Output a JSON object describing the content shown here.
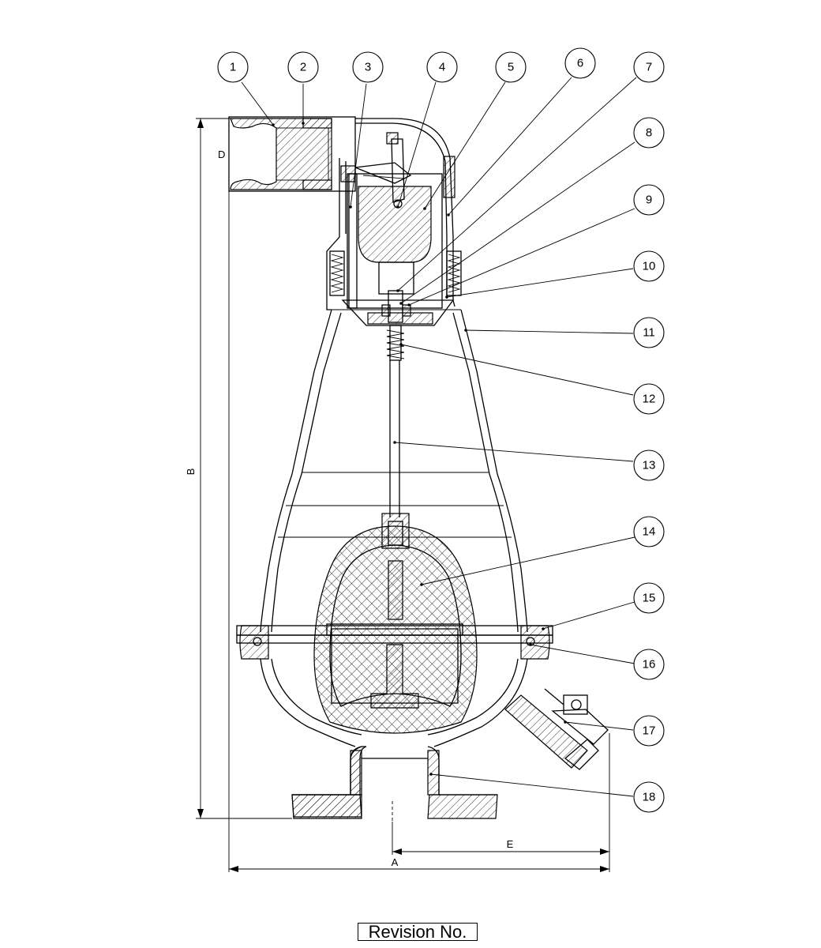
{
  "drawing": {
    "callouts": [
      "1",
      "2",
      "3",
      "4",
      "5",
      "6",
      "7",
      "8",
      "9",
      "10",
      "11",
      "12",
      "13",
      "14",
      "15",
      "16",
      "17",
      "18"
    ],
    "dimensions": {
      "overall_width": "A",
      "overall_height": "B",
      "inlet_size": "D",
      "offset": "E"
    }
  },
  "revision": {
    "label": "Revision No."
  }
}
